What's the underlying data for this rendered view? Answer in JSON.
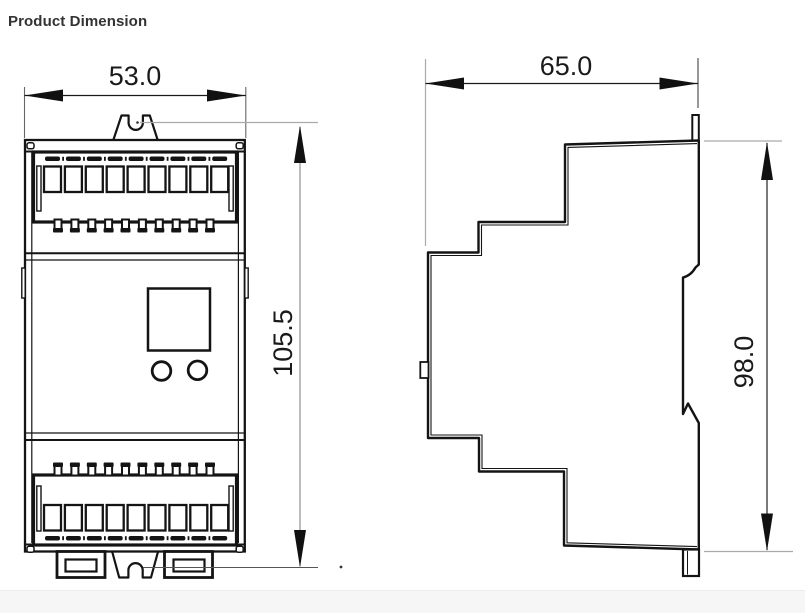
{
  "header": {
    "title": "Product Dimension"
  },
  "dimensions": {
    "front_width": "53.0",
    "front_height": "105.5",
    "side_depth": "65.0",
    "side_height": "98.0"
  },
  "colors": {
    "drawing_line": "#141414",
    "extension_line": "#aaaaaa",
    "dimension_text": "#1a1a1a",
    "title_text": "#333333",
    "background": "#ffffff",
    "footer_band": "#f6f6f6"
  }
}
